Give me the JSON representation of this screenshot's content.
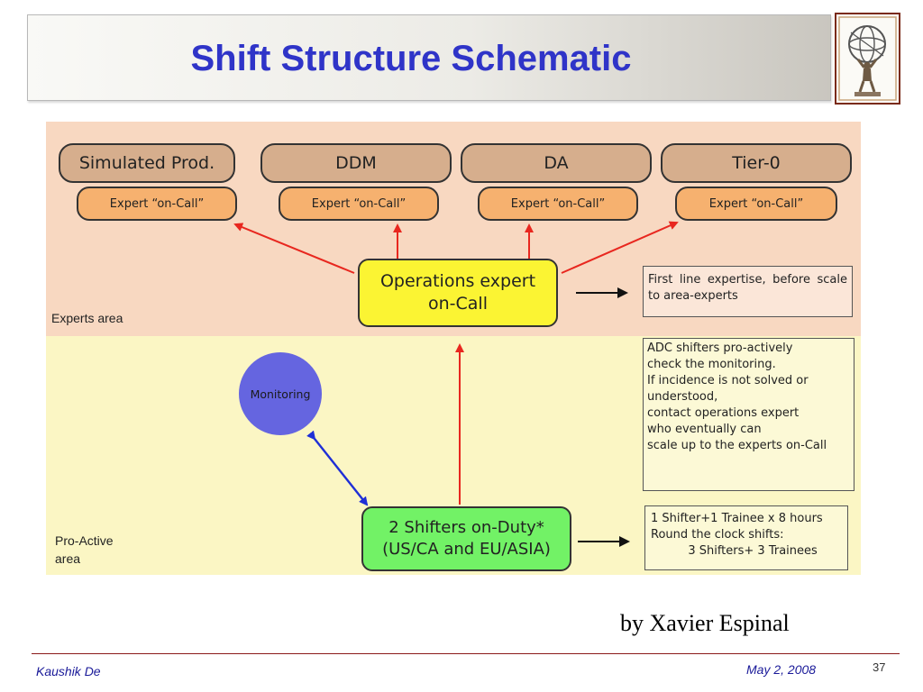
{
  "title": "Shift Structure Schematic",
  "logo": {
    "icon": "atlas-figure-holding-globe"
  },
  "diagram": {
    "experts_area_label": "Experts area",
    "proactive_area_label": "Pro-Active\narea",
    "categories": [
      {
        "label": "Simulated Prod.",
        "oncall": "Expert “on-Call”"
      },
      {
        "label": "DDM",
        "oncall": "Expert “on-Call”"
      },
      {
        "label": "DA",
        "oncall": "Expert “on-Call”"
      },
      {
        "label": "Tier-0",
        "oncall": "Expert “on-Call”"
      }
    ],
    "operations_box": {
      "line1": "Operations expert",
      "line2": "on-Call"
    },
    "monitoring_label": "Monitoring",
    "shifters_box": {
      "line1": "2 Shifters on-Duty*",
      "line2": "(US/CA and EU/ASIA)"
    },
    "note_first_line": "First line expertise, before scale to area-experts",
    "note_adc": "ADC shifters pro-actively\ncheck the monitoring.\nIf incidence is not solved or\nunderstood,\ncontact operations expert\nwho eventually can\nscale up to the experts on-Call",
    "note_shifts": "1 Shifter+1 Trainee x 8 hours\nRound the clock shifts:\n          3 Shifters+ 3 Trainees",
    "colors": {
      "experts_bg": "#f8d8c1",
      "proactive_bg": "#fbf6c4",
      "category_box": "#d6ae8d",
      "oncall_box": "#f6b16f",
      "operations_box": "#fbf433",
      "shifters_box": "#72f266",
      "monitoring_circle": "#6565e0",
      "escalation_arrow": "#e8271f",
      "monitoring_arrow": "#1f2fd6"
    }
  },
  "credit": "by Xavier Espinal",
  "footer": {
    "author": "Kaushik De",
    "date": "May 2, 2008",
    "page": "37"
  }
}
